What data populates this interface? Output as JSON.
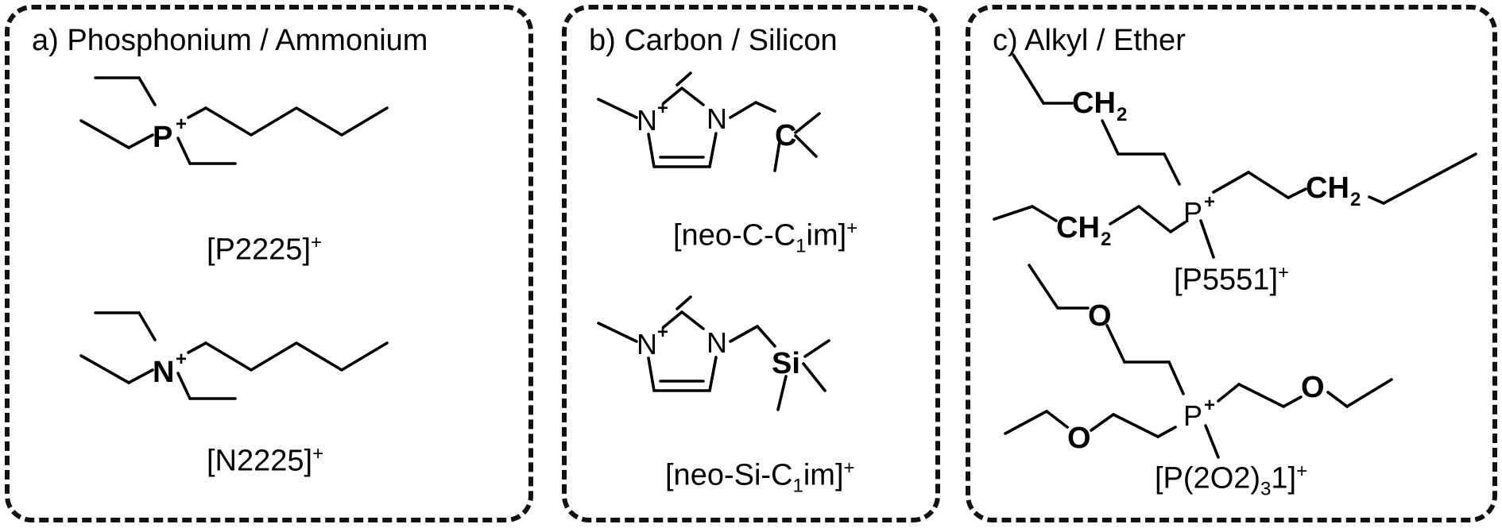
{
  "panels": {
    "a": {
      "title": "a) Phosphonium / Ammonium",
      "molecules": [
        {
          "center_atom": "P",
          "charge": "+",
          "label": "[P2225]",
          "label_charge": "+"
        },
        {
          "center_atom": "N",
          "charge": "+",
          "label": "[N2225]",
          "label_charge": "+"
        }
      ]
    },
    "b": {
      "title": "b) Carbon / Silicon",
      "molecules": [
        {
          "ring_n1": "N",
          "ring_n2": "N",
          "charge": "+",
          "quaternary_atom": "C",
          "label_pre": "[neo-C-C",
          "label_sub": "1",
          "label_post": "im]",
          "label_charge": "+"
        },
        {
          "ring_n1": "N",
          "ring_n2": "N",
          "charge": "+",
          "quaternary_atom": "Si",
          "label_pre": "[neo-Si-C",
          "label_sub": "1",
          "label_post": "im]",
          "label_charge": "+"
        }
      ]
    },
    "c": {
      "title": "c) Alkyl / Ether",
      "molecules": [
        {
          "center_atom": "P",
          "charge": "+",
          "group": "CH",
          "group_sub": "2",
          "label": "[P5551]",
          "label_charge": "+"
        },
        {
          "center_atom": "P",
          "charge": "+",
          "ether_atom": "O",
          "label_pre": "[P(2O2)",
          "label_sub": "3",
          "label_post": "1]",
          "label_charge": "+"
        }
      ]
    }
  }
}
